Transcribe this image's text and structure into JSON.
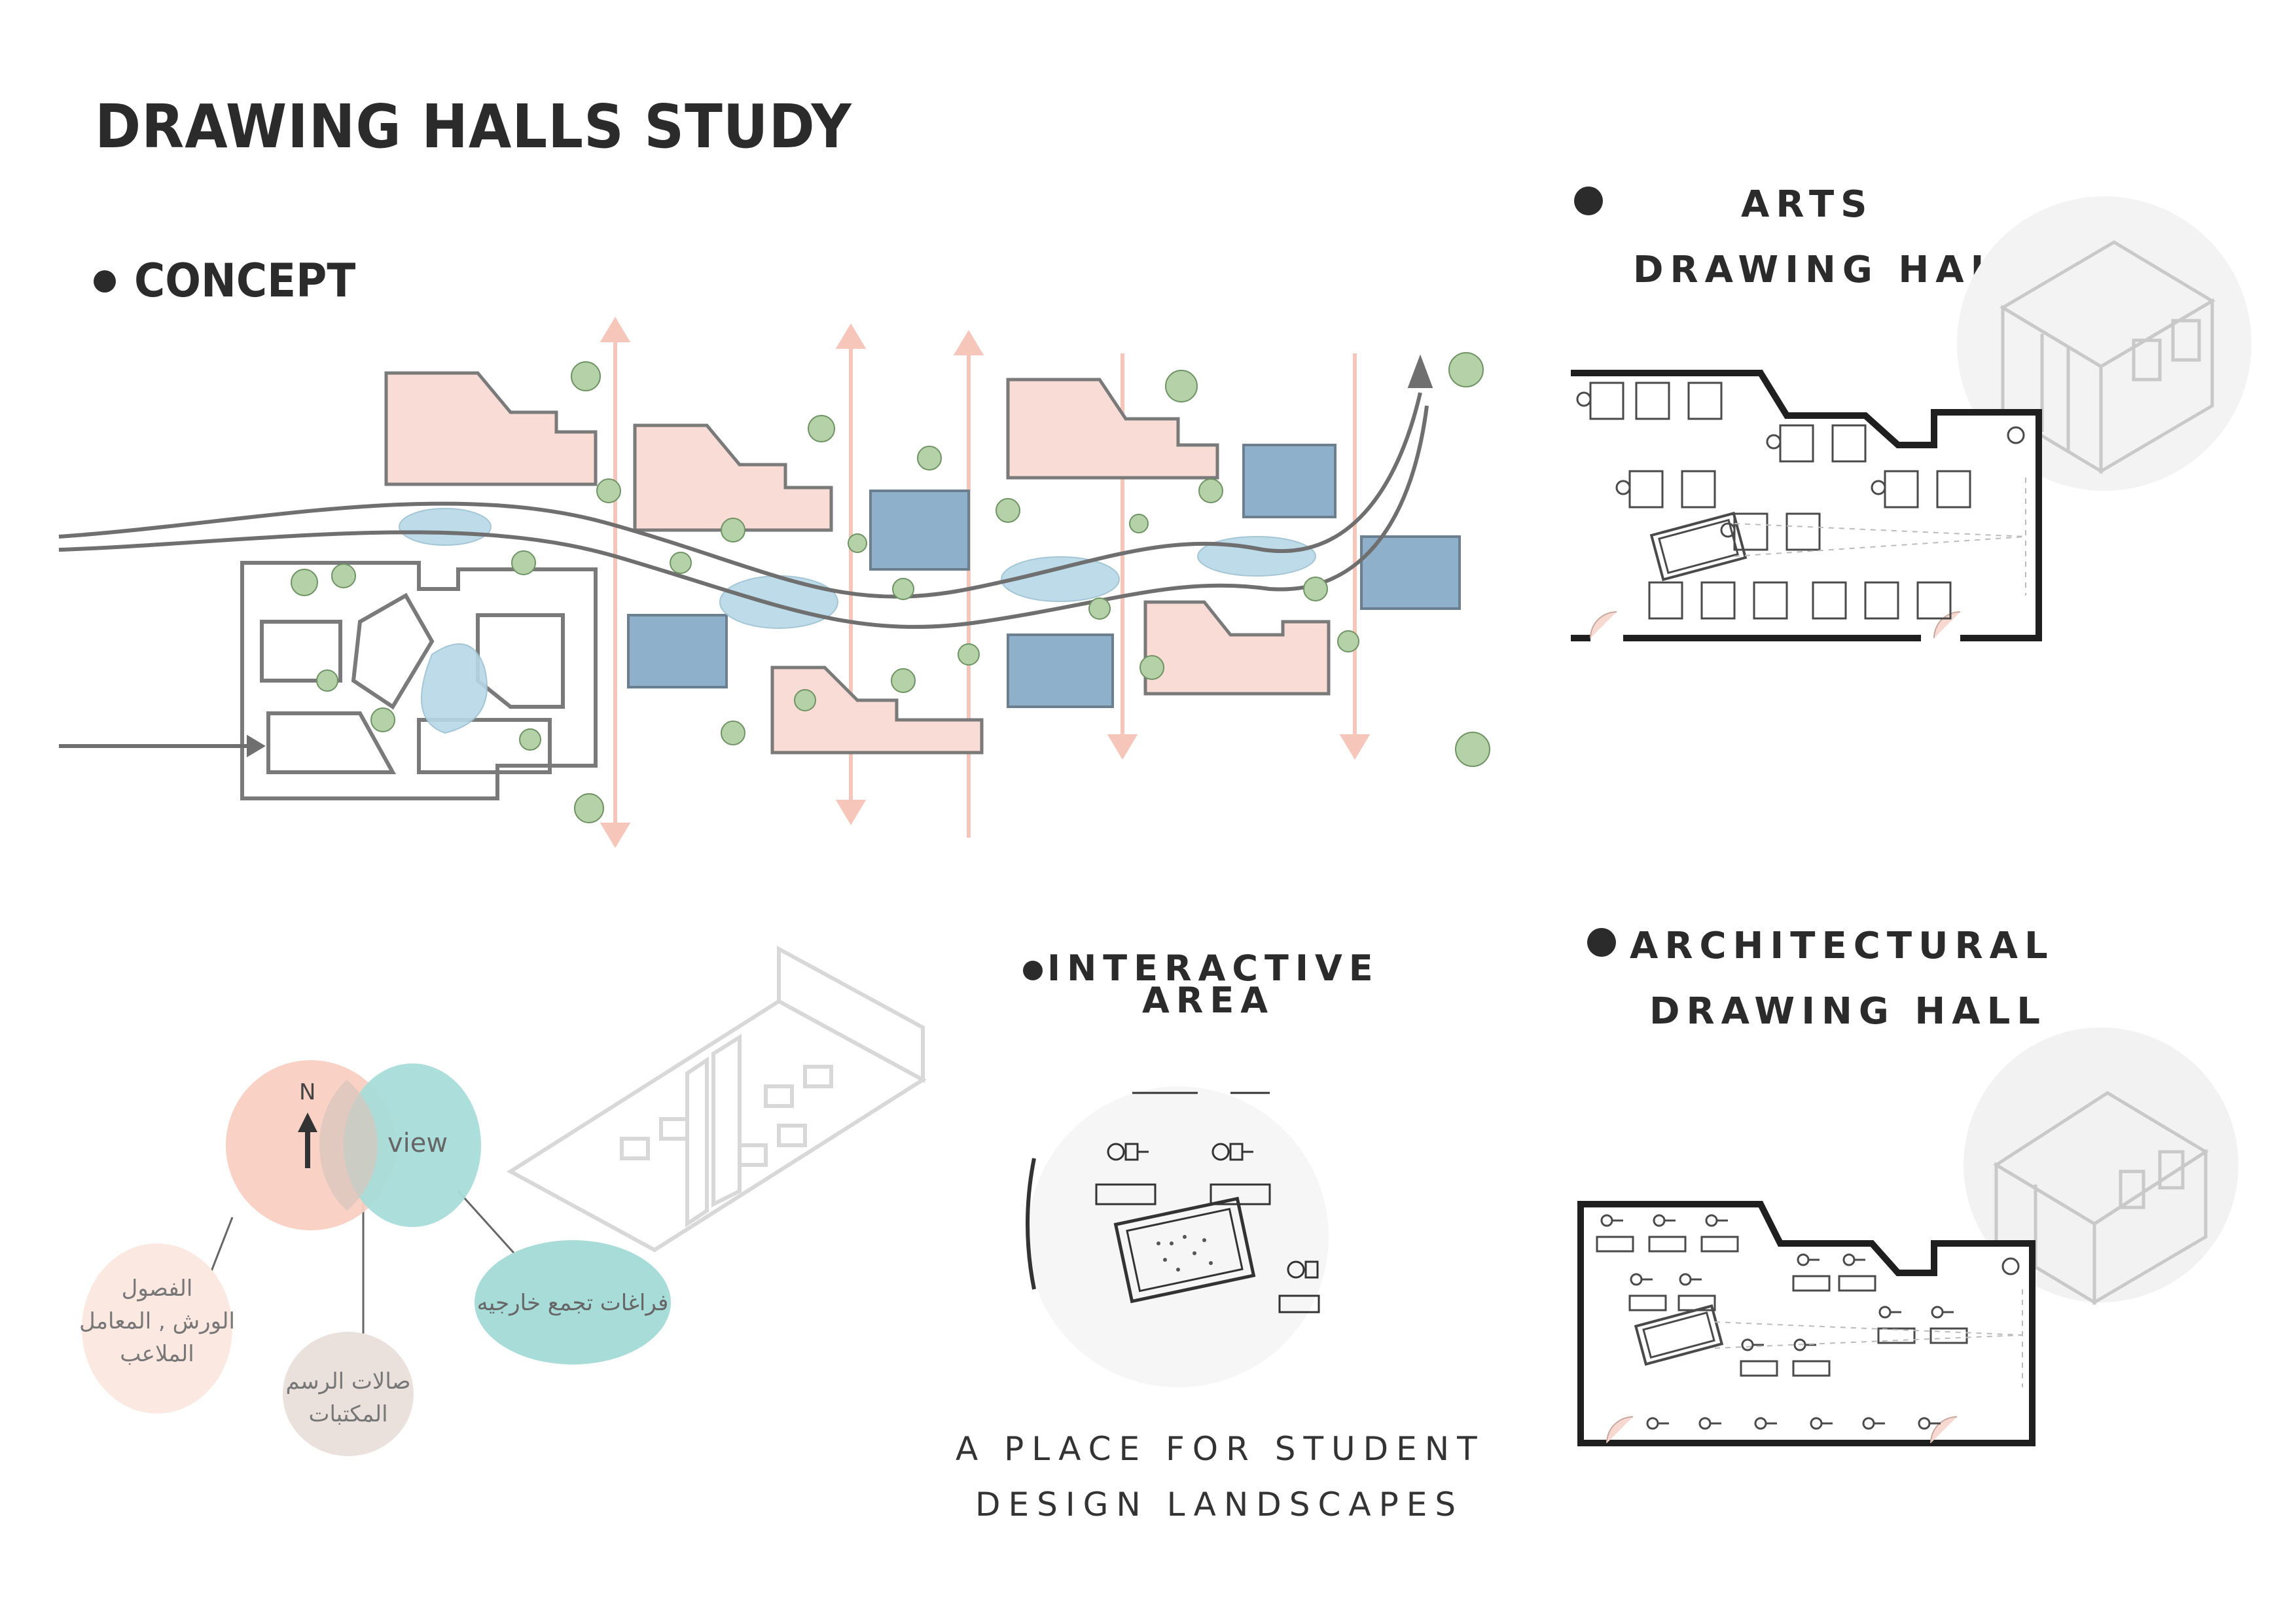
{
  "title": "DRAWING HALLS STUDY",
  "concept": {
    "label": "CONCEPT"
  },
  "arts_hall": {
    "line1": "ARTS",
    "line2": "DRAWING HALL"
  },
  "architectural_hall": {
    "line1": "ARCHITECTURAL",
    "line2": "DRAWING HALL"
  },
  "interactive": {
    "line1": "INTERACTIVE",
    "line2": "AREA",
    "caption1": "A PLACE FOR STUDENT",
    "caption2": "DESIGN LANDSCAPES"
  },
  "venn": {
    "north": "N",
    "view": "view",
    "classes_line1": "الفصول",
    "classes_line2": "الورش , المعامل",
    "classes_line3": "الملاعب",
    "halls_line1": "صالات الرسم",
    "halls_line2": "المكتبات",
    "outdoor": "فراغات تجمع خارجيه"
  },
  "colors": {
    "pink": "#f8d9d2",
    "blue": "#88a9c4",
    "teal": "#a8dcd9",
    "salmon": "#f9cfc2",
    "beige": "#e8dcd6",
    "ink": "#2b2b2b"
  }
}
